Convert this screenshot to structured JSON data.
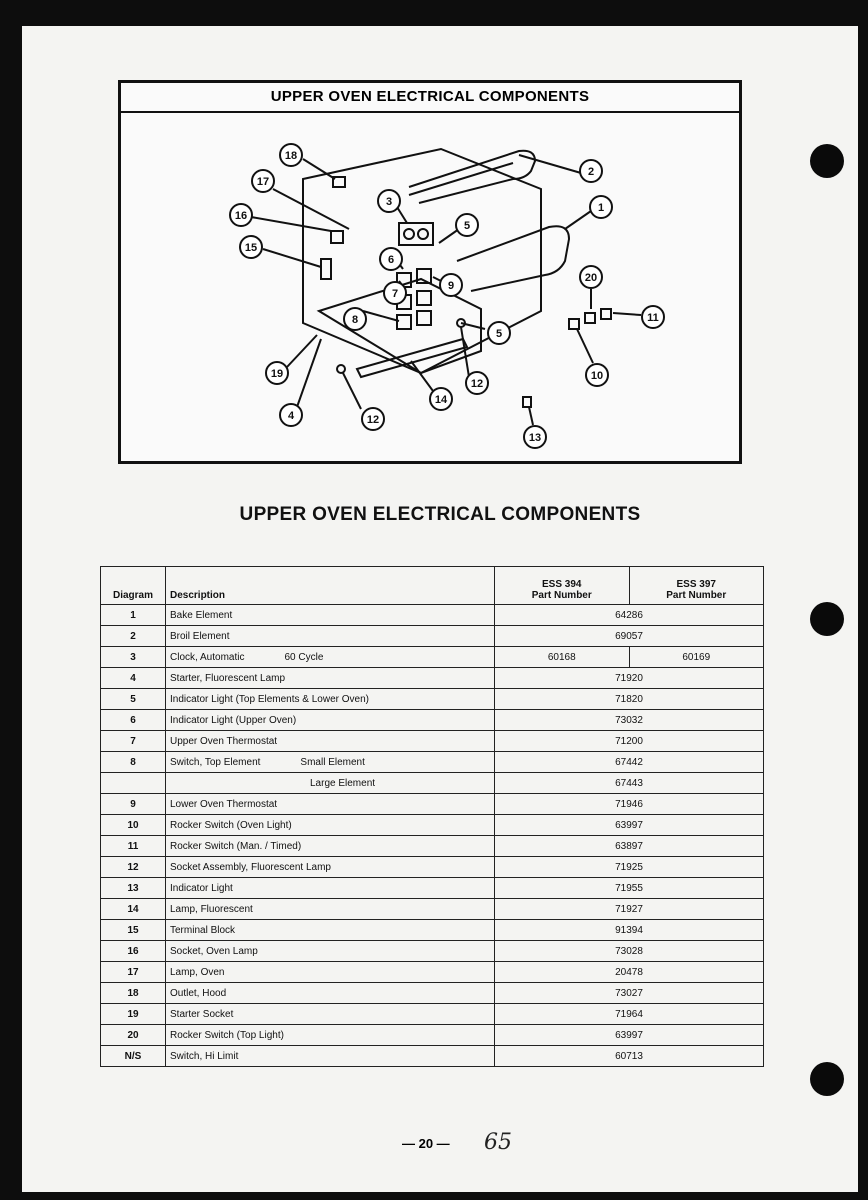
{
  "diagram": {
    "title": "UPPER OVEN ELECTRICAL COMPONENTS",
    "callouts": [
      "18",
      "17",
      "16",
      "15",
      "3",
      "5",
      "6",
      "7",
      "9",
      "8",
      "19",
      "4",
      "14",
      "12",
      "12",
      "2",
      "1",
      "20",
      "11",
      "10",
      "13",
      "5"
    ]
  },
  "section_title": "UPPER OVEN ELECTRICAL COMPONENTS",
  "table": {
    "headers": {
      "diagram": "Diagram",
      "description": "Description",
      "ess394": [
        "ESS 394",
        "Part Number"
      ],
      "ess397": [
        "ESS 397",
        "Part Number"
      ]
    },
    "rows": [
      {
        "num": "1",
        "desc": "Bake Element",
        "part": "64286"
      },
      {
        "num": "2",
        "desc": "Broil Element",
        "part": "69057"
      },
      {
        "num": "3",
        "desc": "Clock, Automatic",
        "note": "60 Cycle",
        "part394": "60168",
        "part397": "60169"
      },
      {
        "num": "4",
        "desc": "Starter, Fluorescent Lamp",
        "part": "71920"
      },
      {
        "num": "5",
        "desc": "Indicator Light (Top Elements & Lower Oven)",
        "part": "71820"
      },
      {
        "num": "6",
        "desc": "Indicator Light (Upper Oven)",
        "part": "73032"
      },
      {
        "num": "7",
        "desc": "Upper Oven Thermostat",
        "part": "71200"
      },
      {
        "num": "8",
        "desc": "Switch, Top Element",
        "note": "Small Element",
        "part": "67442"
      },
      {
        "num": "",
        "desc": "",
        "note": "Large Element",
        "part": "67443"
      },
      {
        "num": "9",
        "desc": "Lower Oven Thermostat",
        "part": "71946"
      },
      {
        "num": "10",
        "desc": "Rocker Switch (Oven Light)",
        "part": "63997"
      },
      {
        "num": "11",
        "desc": "Rocker Switch (Man. / Timed)",
        "part": "63897"
      },
      {
        "num": "12",
        "desc": "Socket Assembly, Fluorescent Lamp",
        "part": "71925"
      },
      {
        "num": "13",
        "desc": "Indicator Light",
        "part": "71955"
      },
      {
        "num": "14",
        "desc": "Lamp, Fluorescent",
        "part": "71927"
      },
      {
        "num": "15",
        "desc": "Terminal Block",
        "part": "91394"
      },
      {
        "num": "16",
        "desc": "Socket, Oven Lamp",
        "part": "73028"
      },
      {
        "num": "17",
        "desc": "Lamp, Oven",
        "part": "20478"
      },
      {
        "num": "18",
        "desc": "Outlet, Hood",
        "part": "73027"
      },
      {
        "num": "19",
        "desc": "Starter Socket",
        "part": "71964"
      },
      {
        "num": "20",
        "desc": "Rocker Switch (Top Light)",
        "part": "63997"
      },
      {
        "num": "N/S",
        "desc": "Switch, Hi Limit",
        "part": "60713"
      }
    ]
  },
  "footer": {
    "page_number": "— 20 —",
    "handwritten": "65"
  }
}
